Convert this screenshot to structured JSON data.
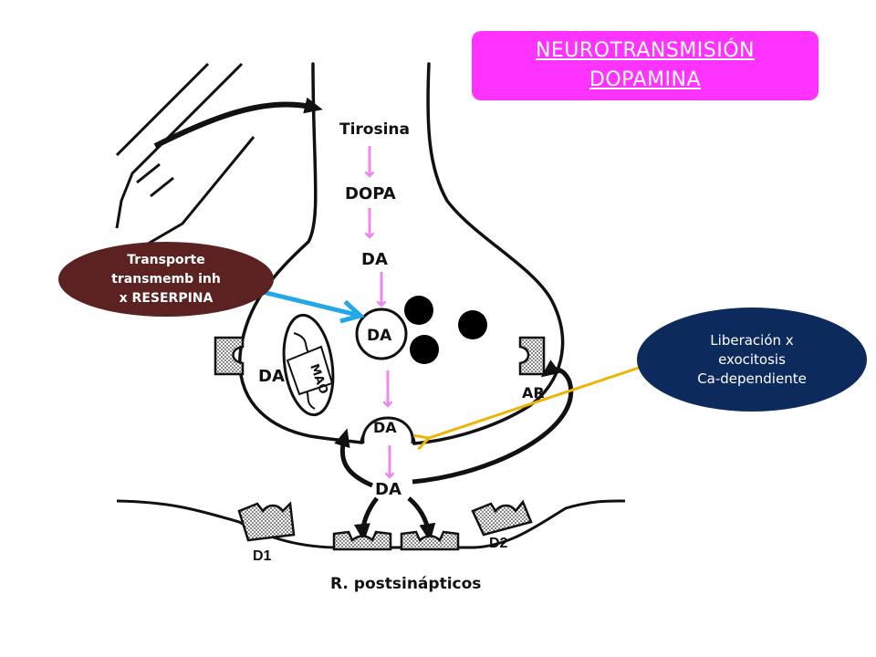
{
  "title": {
    "line1": "NEUROTRANSMISIÓN",
    "line2": "DOPAMINA"
  },
  "callout_transporte": {
    "line1": "Transporte",
    "line2": "transmemb inh",
    "line3": "x RESERPINA"
  },
  "callout_liberacion": {
    "line1": "Liberación x",
    "line2": "exocitosis",
    "line3": "Ca-dependiente"
  },
  "diagram": {
    "tirosina": "Tirosina",
    "dopa": "DOPA",
    "da_cytoplasm": "DA",
    "da_vesicle": "DA",
    "da_mitochondria": "DA",
    "mao": "MAO",
    "da_fusing_vesicle": "DA",
    "da_cleft": "DA",
    "ar": "AR",
    "d1": "D1",
    "d2": "D2",
    "receptors": "R. postsinápticos"
  },
  "colors": {
    "title_bg": "#ff33ff",
    "transporte_bg": "#5c2222",
    "liberacion_bg": "#0d2a5c",
    "pathway_arrow": "#ee88ee",
    "transport_arrow": "#22a8e8",
    "release_arrow": "#f0b400"
  }
}
